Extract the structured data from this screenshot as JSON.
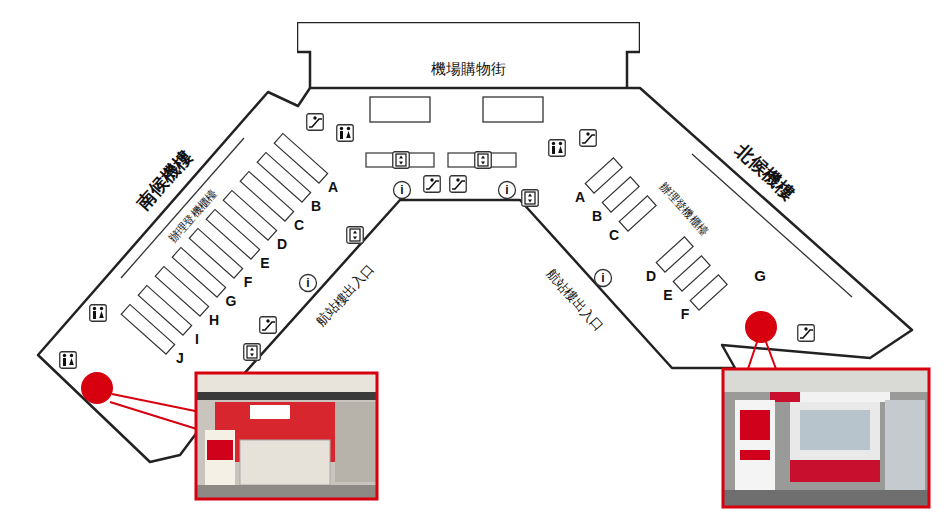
{
  "diagram": {
    "nodes": [
      {
        "text": [
          "機場購物街"
        ]
      }
    ],
    "labels": [
      "南候機樓",
      "辦理登機櫃檯",
      "航站樓出入口",
      "北候機樓",
      "辦理登機櫃檯",
      "航站樓出入口",
      "A",
      "B",
      "C",
      "D",
      "E",
      "F",
      "G",
      "H",
      "I",
      "J",
      "A",
      "B",
      "C",
      "D",
      "E",
      "F",
      "G",
      "i",
      "i",
      "i",
      "i"
    ]
  }
}
